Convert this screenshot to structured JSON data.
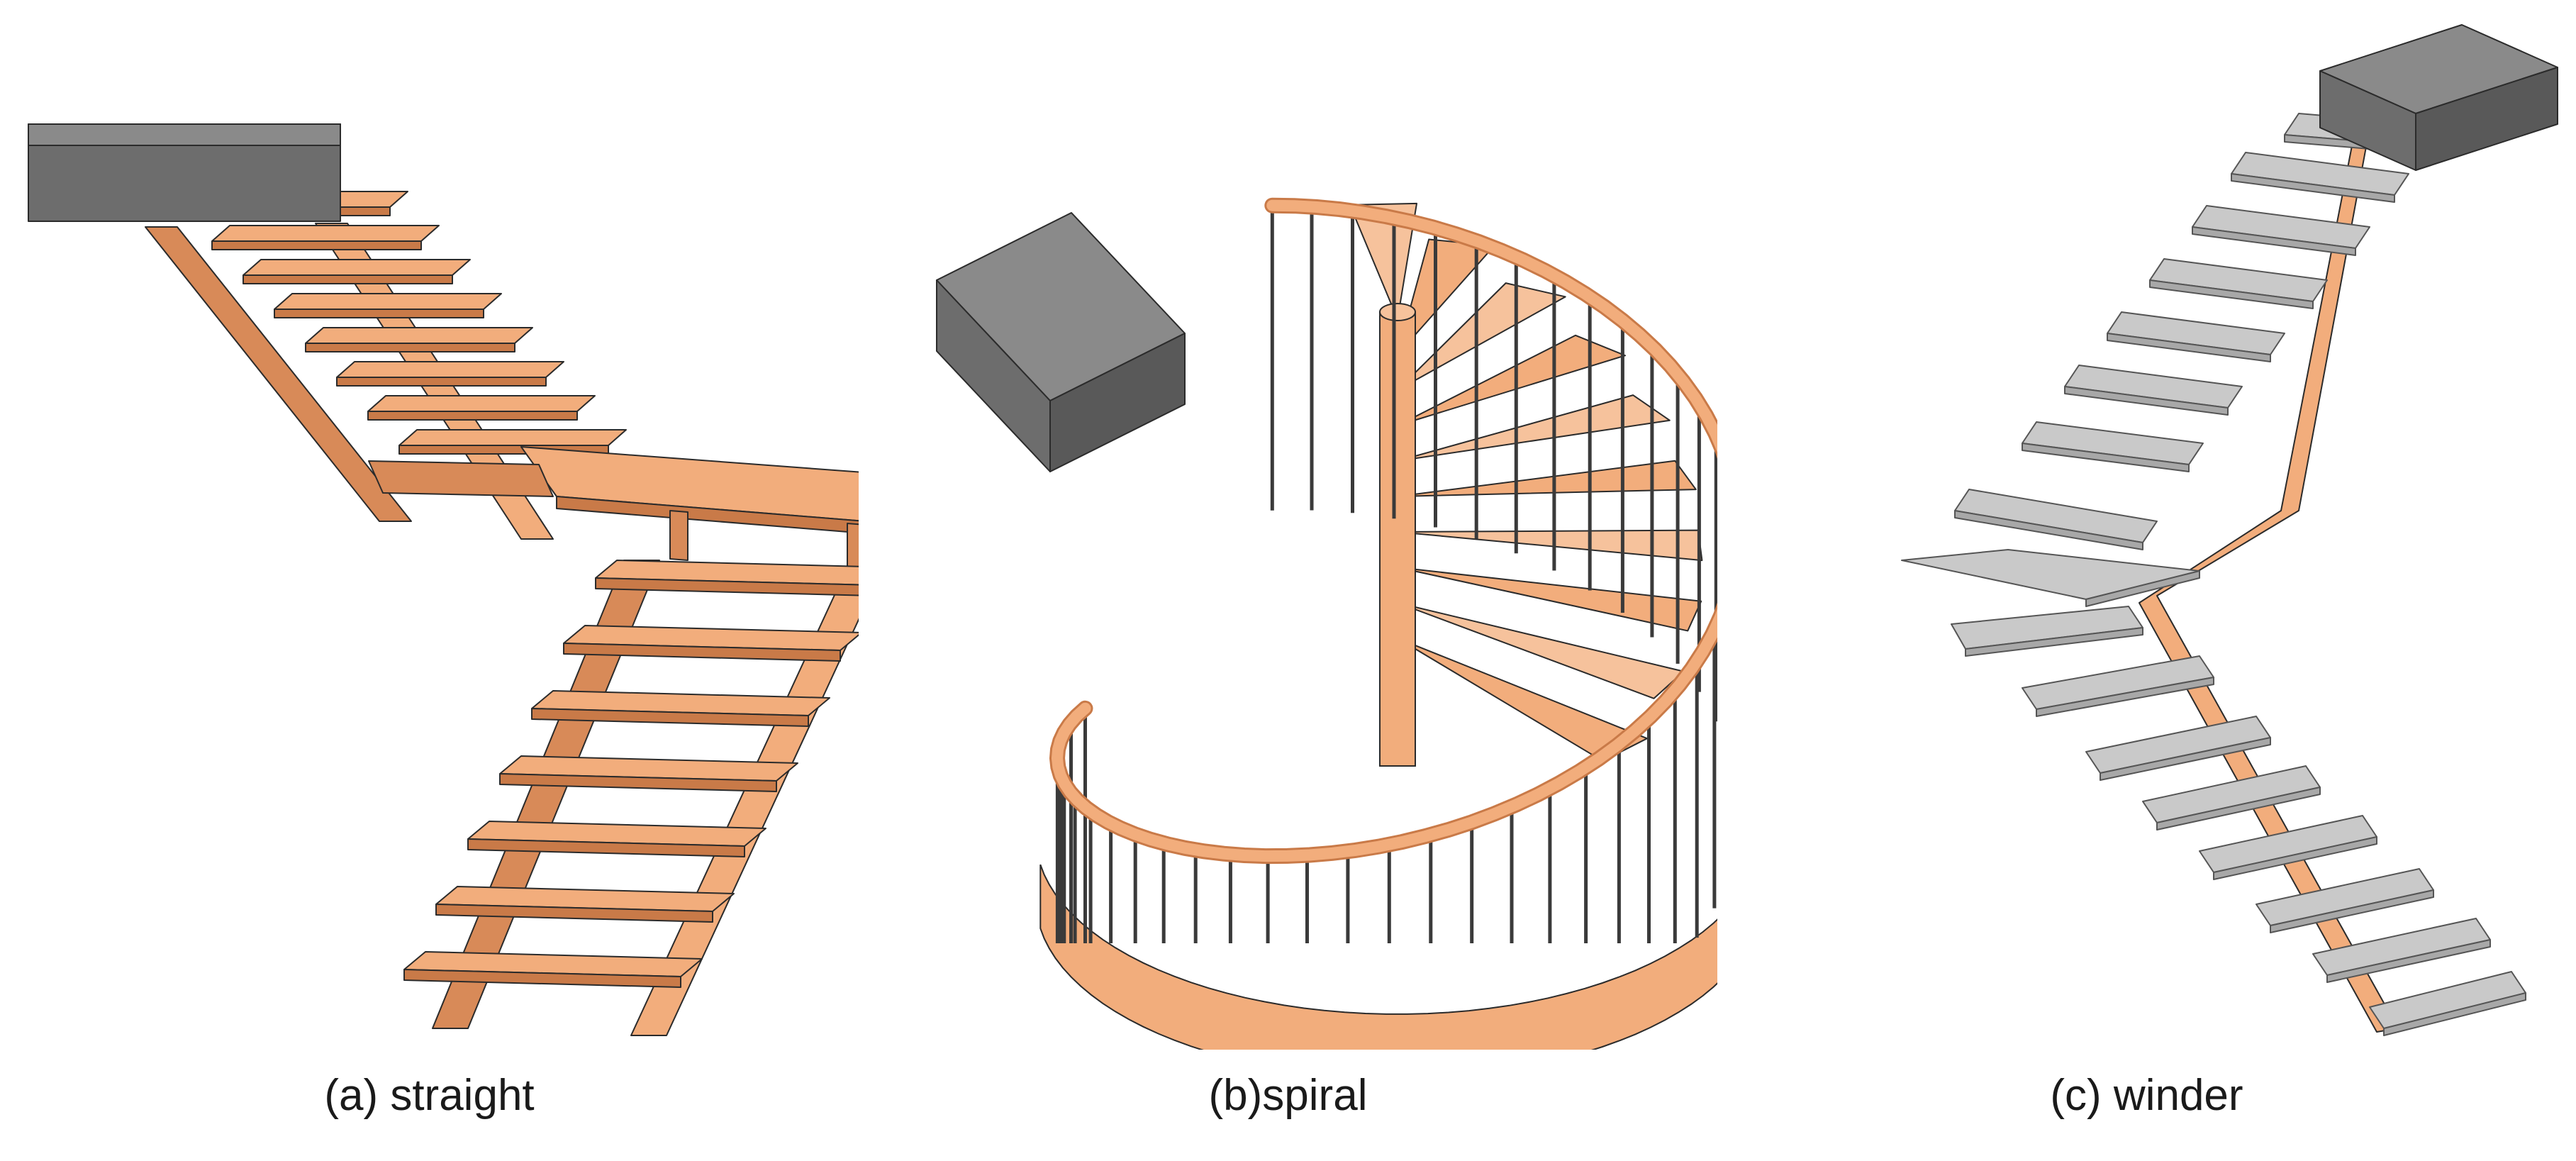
{
  "figure": {
    "colors": {
      "wood": "#f2ad7c",
      "wood_shadow": "#d88a58",
      "wood_dark": "#c97a48",
      "block_top": "#8a8a8a",
      "block_front": "#6d6d6d",
      "block_side": "#595959",
      "tread_stone": "#c9c9c9",
      "tread_stone_edge": "#a8a8a8",
      "rail": "#3a3a3a",
      "outline": "#2b2b2b"
    },
    "panels": [
      {
        "id": "a",
        "caption": "(a) straight",
        "stair_type": "straight"
      },
      {
        "id": "b",
        "caption": "(b)spiral",
        "stair_type": "spiral"
      },
      {
        "id": "c",
        "caption": "(c) winder",
        "stair_type": "winder"
      }
    ]
  }
}
